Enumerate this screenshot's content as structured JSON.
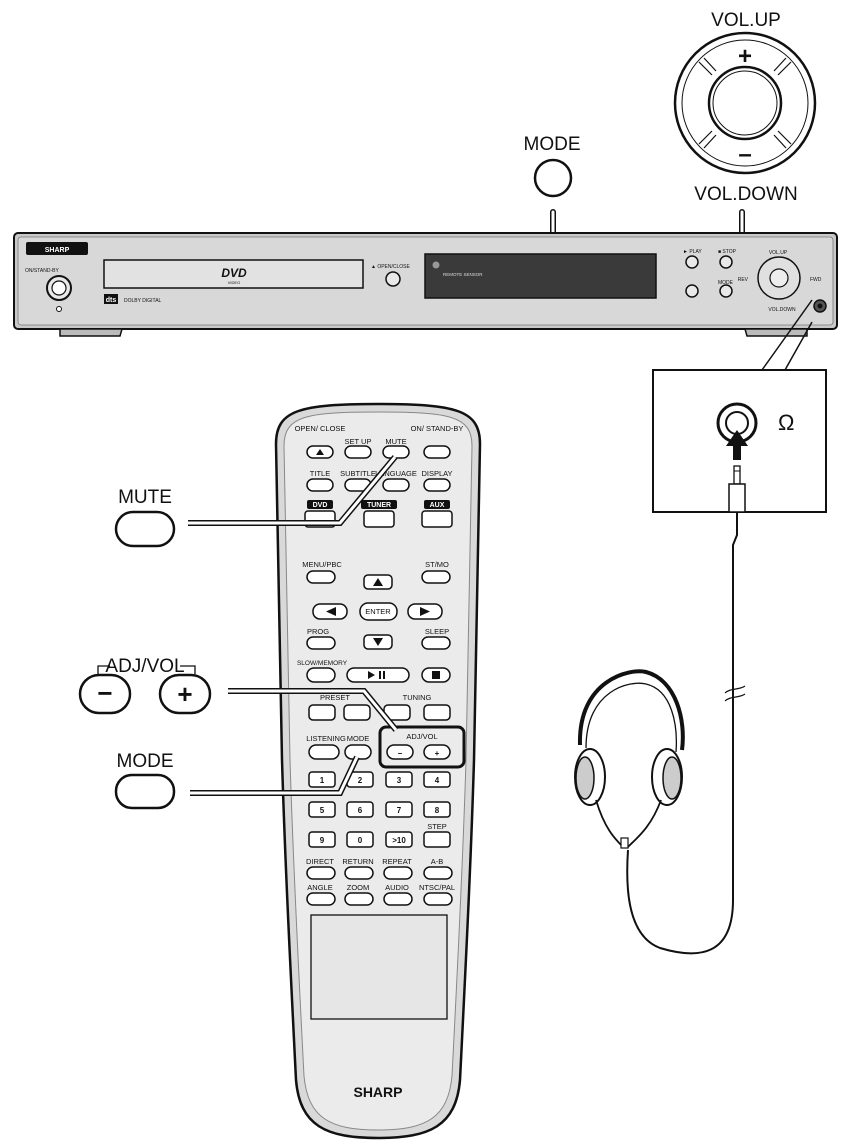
{
  "dial": {
    "up": "VOL.UP",
    "down": "VOL.DOWN",
    "plus": "+",
    "minus": "–"
  },
  "callouts": {
    "mode_top": "MODE",
    "mute": "MUTE",
    "adjvol": "ADJ/VOL",
    "mode_left": "MODE",
    "minus": "−",
    "plus": "+"
  },
  "player": {
    "brand": "SHARP",
    "standby": "ON/STAND-BY",
    "logo": "DVD",
    "logo_sub": "VIDEO",
    "dts": "dts",
    "dolby": "DOLBY DIGITAL",
    "open_close": "▲ OPEN/CLOSE",
    "remote_sensor": "REMOTE SENSOR",
    "play": "► PLAY",
    "stop": "■ STOP",
    "mode": "MODE",
    "volup": "VOL.UP",
    "voldown": "VOL.DOWN",
    "rev": "REV",
    "fwd": "FWD",
    "phones": "Ω"
  },
  "headphone_jack": {
    "symbol": "Ω"
  },
  "remote": {
    "brand": "SHARP",
    "labels": {
      "open_close": "OPEN/ CLOSE",
      "set_up": "SET UP",
      "mute": "MUTE",
      "on_standby": "ON/ STAND-BY",
      "title": "TITLE",
      "subtitle": "SUBTITLE",
      "language": "LANGUAGE",
      "display": "DISPLAY",
      "dvd": "DVD",
      "tuner": "TUNER",
      "aux": "AUX",
      "menu_pbc": "MENU/PBC",
      "st_mo": "ST/MO",
      "enter": "ENTER",
      "prog": "PROG",
      "sleep": "SLEEP",
      "slow_memory": "SLOW/MEMORY",
      "preset": "PRESET",
      "tuning": "TUNING",
      "listening": "LISTENING",
      "mode": "MODE",
      "adj_vol": "ADJ/VOL",
      "step": "STEP",
      "direct": "DIRECT",
      "return": "RETURN",
      "repeat": "REPEAT",
      "a_b": "A-B",
      "angle": "ANGLE",
      "zoom": "ZOOM",
      "audio": "AUDIO",
      "ntsc_pal": "NTSC/PAL"
    },
    "digits": [
      "1",
      "2",
      "3",
      "4",
      "5",
      "6",
      "7",
      "8",
      "9",
      "0",
      ">10"
    ]
  }
}
